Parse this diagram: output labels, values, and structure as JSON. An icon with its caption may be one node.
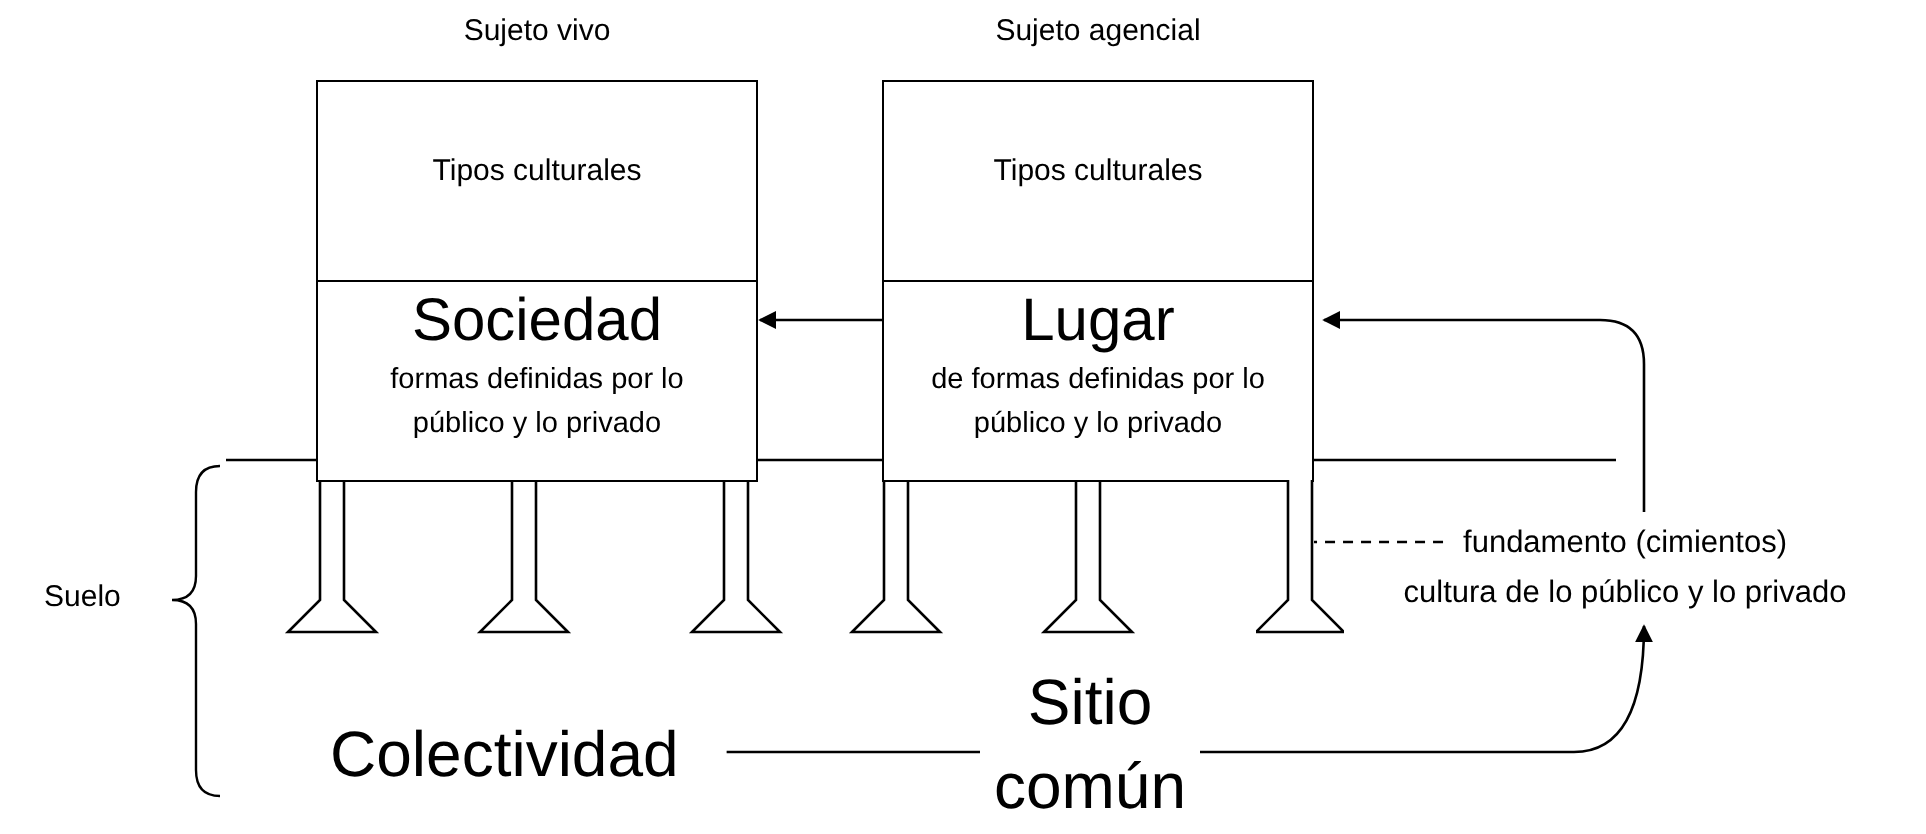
{
  "diagram": {
    "nodes": [
      {
        "text": [
          "Sujeto vivo",
          "Tipos culturales"
        ]
      },
      {
        "text": [
          "Sociedad",
          "formas definidas por lo público y lo privado"
        ]
      },
      {
        "text": [
          "Sujeto agencial",
          "Tipos culturales"
        ]
      },
      {
        "text": [
          "Lugar",
          "de formas definidas por lo público y lo privado"
        ]
      },
      {
        "text": [
          "Colectividad"
        ]
      },
      {
        "text": [
          "Sitio común"
        ]
      },
      {
        "text": [
          "fundamento (cimientos)",
          "cultura de lo público y lo privado"
        ]
      },
      {
        "text": [],
        "shape": "bar"
      }
    ],
    "edges": [
      {
        "from": 3,
        "to": 1,
        "arrow": "to"
      },
      {
        "from": 4,
        "to": 5,
        "arrow": "none"
      },
      {
        "from": 5,
        "to": 6,
        "arrow": "to"
      },
      {
        "from": 6,
        "to": 3,
        "arrow": "to"
      },
      {
        "from": 6,
        "to": 7,
        "arrow": "none",
        "style": "dashed"
      }
    ],
    "labels": [
      "Suelo"
    ]
  }
}
